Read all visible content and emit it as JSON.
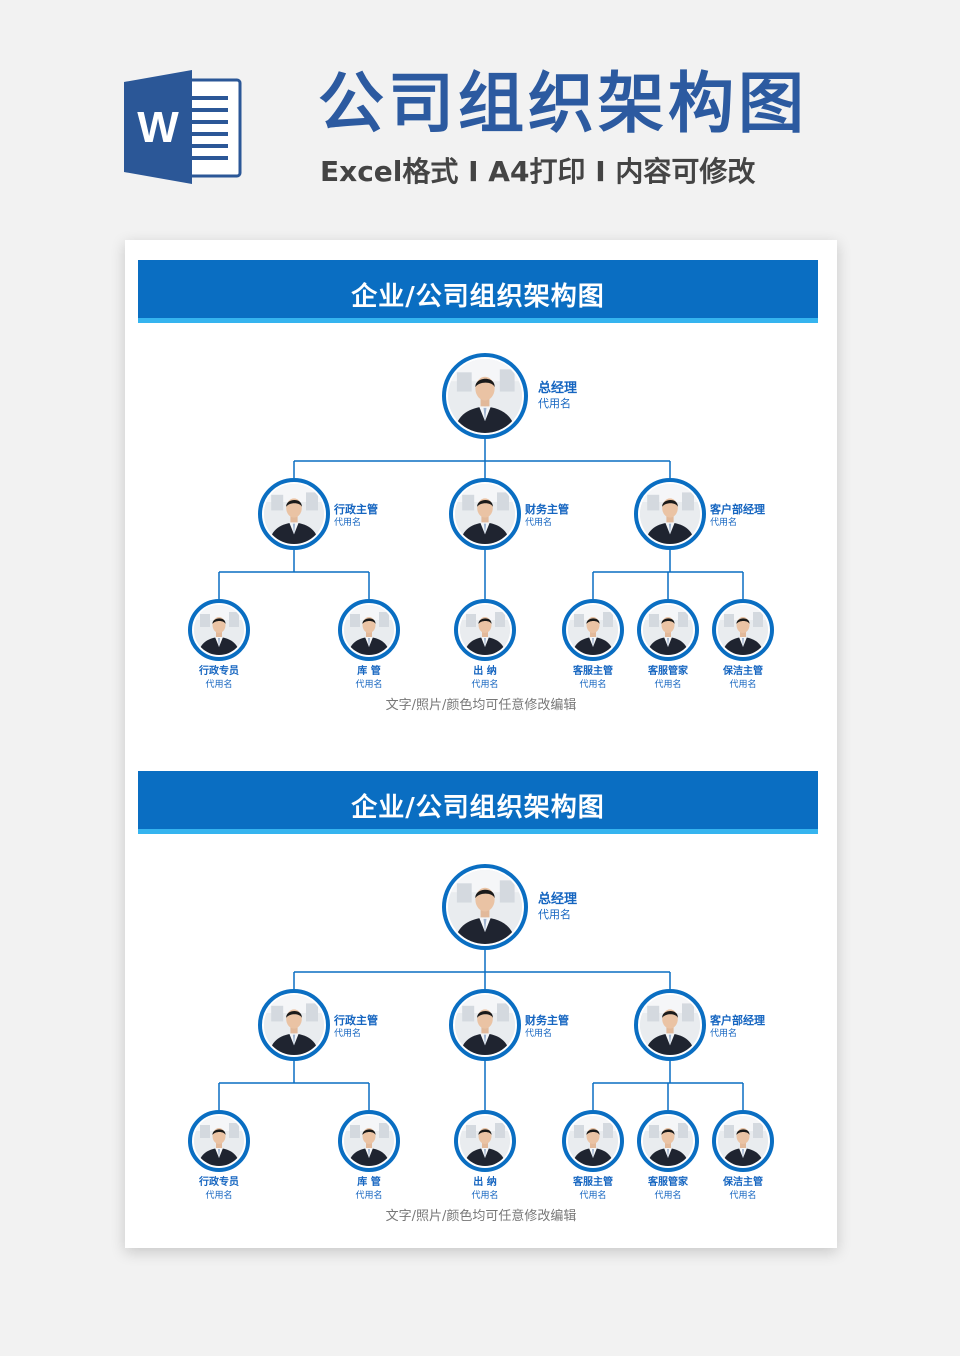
{
  "header": {
    "logo_letter": "W",
    "title": "公司组织架构图",
    "subtitle": "Excel格式 Ⅰ A4打印 Ⅰ 内容可修改"
  },
  "charts": [
    {
      "banner": "企业/公司组织架构图",
      "top": {
        "role": "总经理",
        "name": "代用名"
      },
      "managers": [
        {
          "role": "行政主管",
          "name": "代用名"
        },
        {
          "role": "财务主管",
          "name": "代用名"
        },
        {
          "role": "客户部经理",
          "name": "代用名"
        }
      ],
      "staff": [
        {
          "role": "行政专员",
          "name": "代用名"
        },
        {
          "role": "库  管",
          "name": "代用名"
        },
        {
          "role": "出  纳",
          "name": "代用名"
        },
        {
          "role": "客服主管",
          "name": "代用名"
        },
        {
          "role": "客服管家",
          "name": "代用名"
        },
        {
          "role": "保洁主管",
          "name": "代用名"
        }
      ],
      "note": "文字/照片/颜色均可任意修改编辑"
    },
    {
      "banner": "企业/公司组织架构图",
      "top": {
        "role": "总经理",
        "name": "代用名"
      },
      "managers": [
        {
          "role": "行政主管",
          "name": "代用名"
        },
        {
          "role": "财务主管",
          "name": "代用名"
        },
        {
          "role": "客户部经理",
          "name": "代用名"
        }
      ],
      "staff": [
        {
          "role": "行政专员",
          "name": "代用名"
        },
        {
          "role": "库  管",
          "name": "代用名"
        },
        {
          "role": "出  纳",
          "name": "代用名"
        },
        {
          "role": "客服主管",
          "name": "代用名"
        },
        {
          "role": "客服管家",
          "name": "代用名"
        },
        {
          "role": "保洁主管",
          "name": "代用名"
        }
      ],
      "note": "文字/照片/颜色均可任意修改编辑"
    }
  ],
  "colors": {
    "brand_blue": "#0a6ec2",
    "accent_cyan": "#35b4ef",
    "title_blue": "#2c5aa0",
    "label_blue": "#1565c0"
  }
}
